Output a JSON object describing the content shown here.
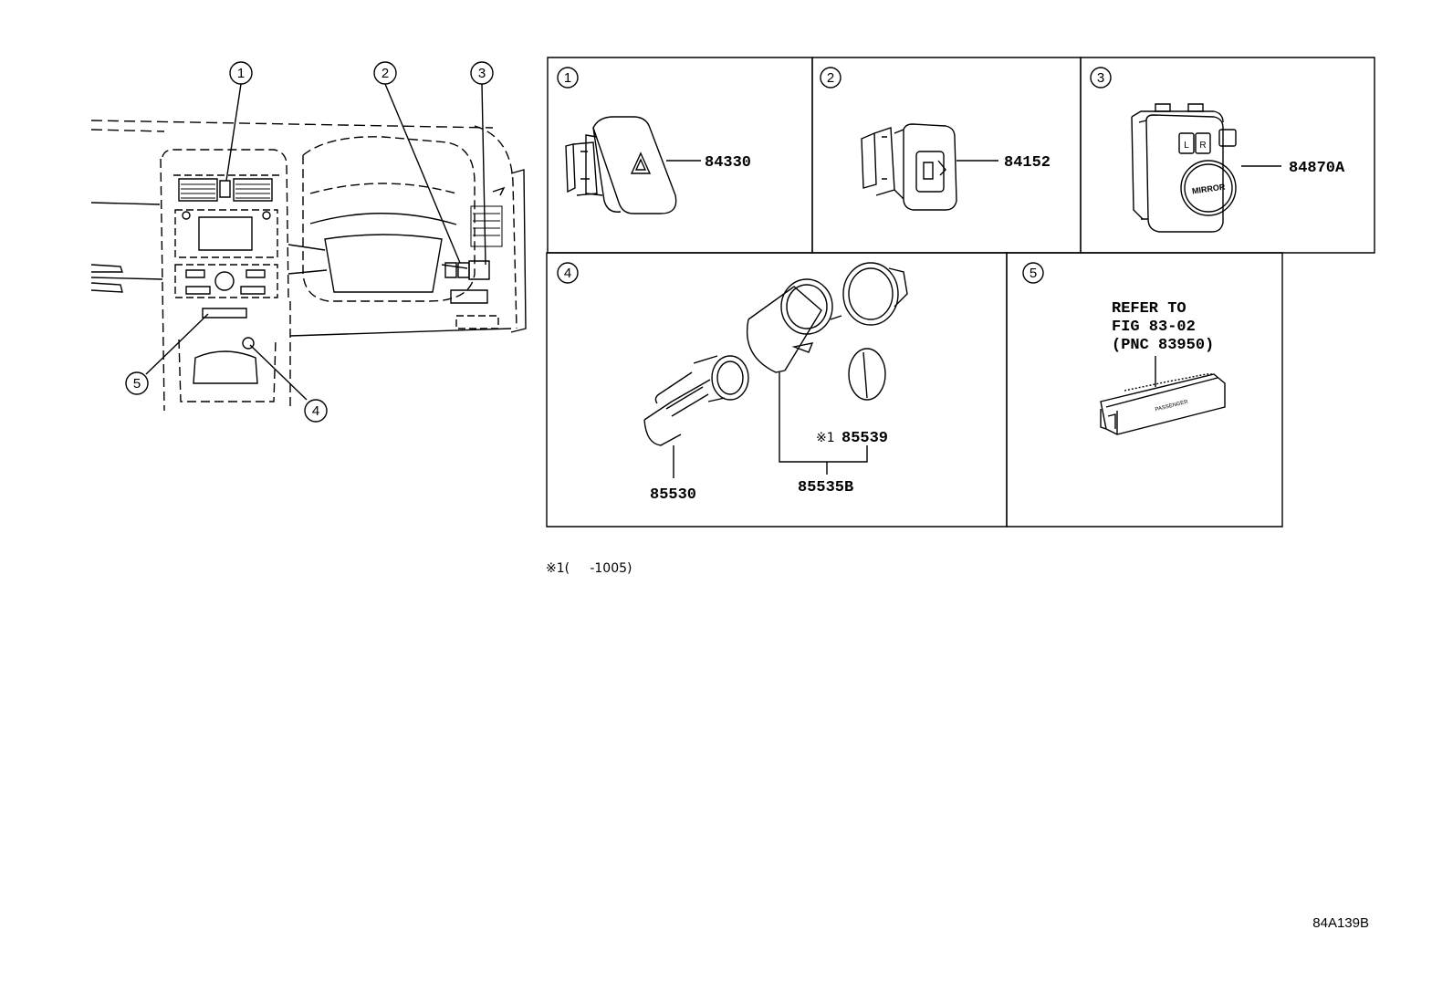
{
  "callouts": [
    "1",
    "2",
    "3",
    "4",
    "5"
  ],
  "parts": {
    "p1": "84330",
    "p2": "84152",
    "p3": "84870A",
    "p4a": "85530",
    "p4b": "85535B",
    "p4c_prefix": "※1",
    "p4c": "85539"
  },
  "component_text": {
    "mirror": "MIRROR",
    "mirror_l": "L",
    "mirror_r": "R",
    "passenger": "PASSENGER"
  },
  "refer_note": [
    "REFER TO",
    "FIG 83-02",
    "(PNC 83950)"
  ],
  "footnote": "※1(     -1005)",
  "figure_code": "84A139B"
}
